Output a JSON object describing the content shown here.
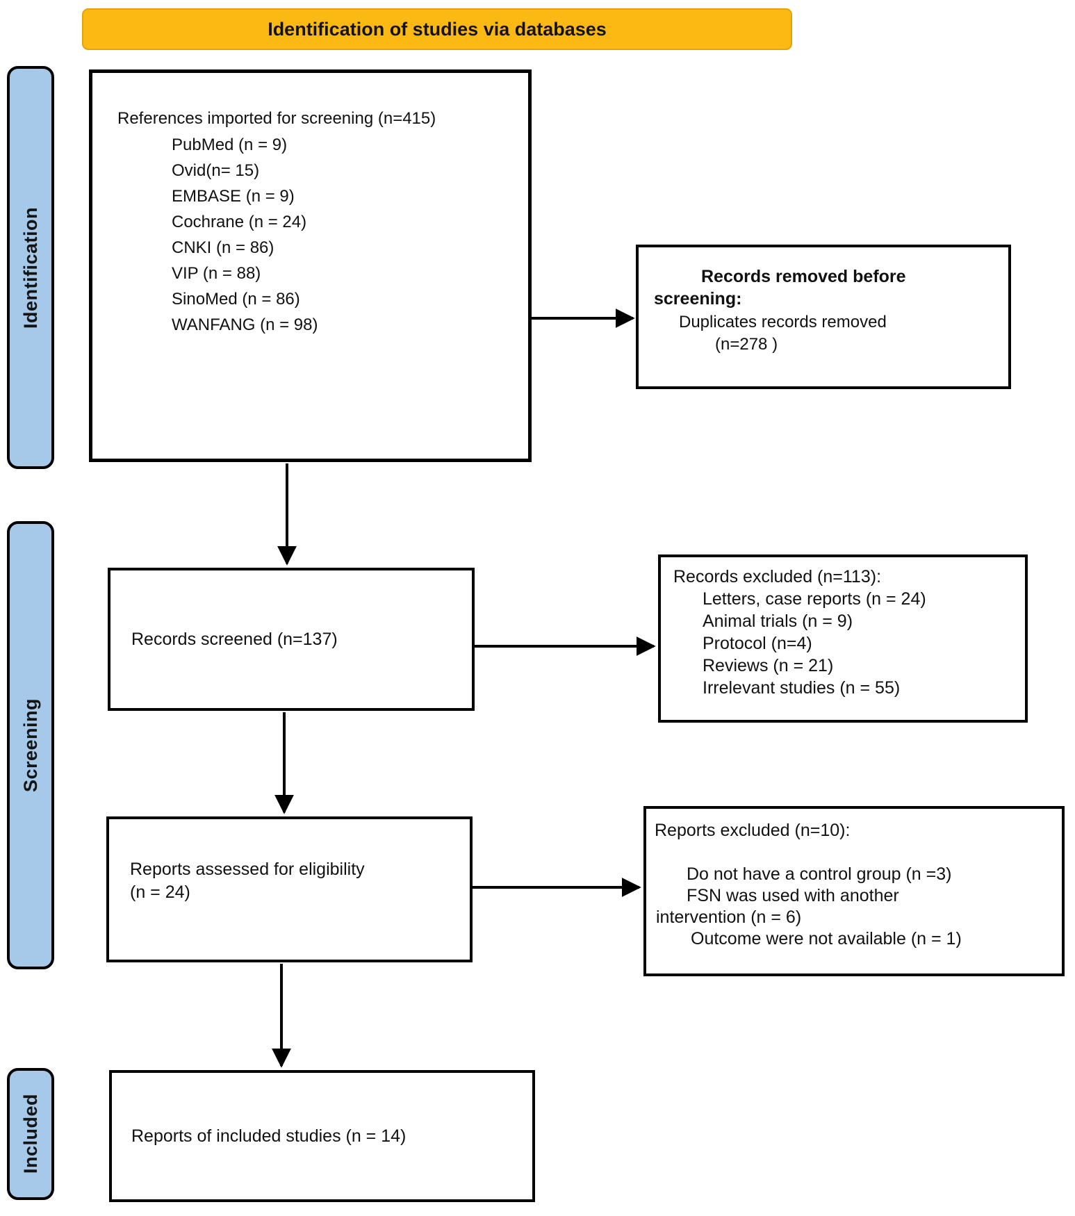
{
  "title": "Identification of studies via databases",
  "stages": {
    "identification": "Identification",
    "screening": "Screening",
    "included": "Included"
  },
  "flow": {
    "imported": {
      "title": "References imported for screening (n=415)",
      "items": [
        "PubMed (n = 9)",
        "Ovid(n= 15)",
        "EMBASE (n = 9)",
        "Cochrane (n = 24)",
        "CNKI (n = 86)",
        "VIP (n = 88)",
        "SinoMed (n = 86)",
        "WANFANG (n = 98)"
      ]
    },
    "removed": {
      "title": "Records removed before screening:",
      "lines": [
        "Duplicates records removed",
        "(n=278 )"
      ]
    },
    "screened": {
      "title": "Records screened (n=137)"
    },
    "records_excluded": {
      "title": "Records excluded (n=113):",
      "items": [
        "Letters, case reports (n = 24)",
        "Animal trials (n = 9)",
        "Protocol (n=4)",
        "Reviews (n = 21)",
        "Irrelevant studies (n = 55)"
      ]
    },
    "assessed": {
      "lines": [
        "Reports assessed for eligibility",
        "(n = 24)"
      ]
    },
    "reports_excluded": {
      "title": "Reports excluded (n=10):",
      "lines": [
        "Do not have a control group (n =3)",
        "FSN was used with another",
        "intervention (n = 6)",
        "Outcome were not available (n = 1)"
      ]
    },
    "included": {
      "title": "Reports of included studies (n = 14)"
    }
  },
  "colors": {
    "banner_fill": "#FDB913",
    "stage_fill": "#A6C9E9",
    "box_border": "#000000",
    "arrow": "#000000"
  }
}
